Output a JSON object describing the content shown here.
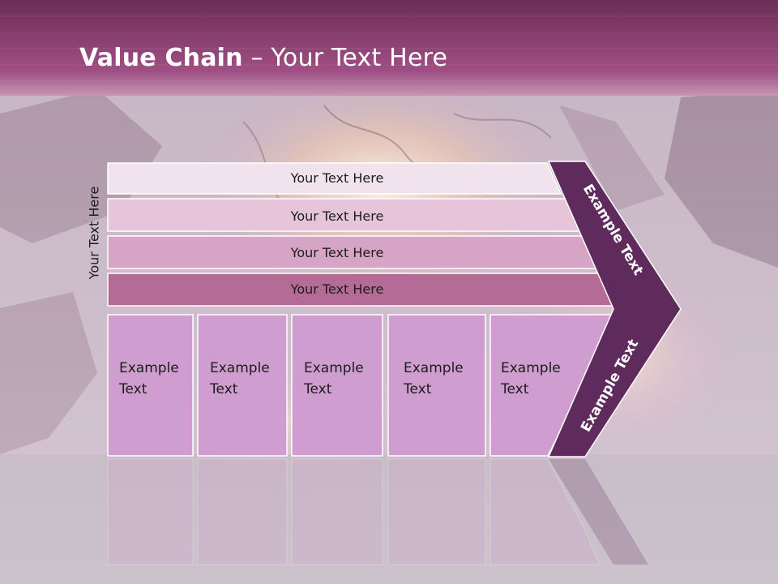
{
  "slide": {
    "title_bold": "Value Chain",
    "title_rest": " – Your Text Here",
    "side_label": "Your Text Here"
  },
  "diagram": {
    "rows": [
      {
        "label": "Your Text Here"
      },
      {
        "label": "Your Text Here"
      },
      {
        "label": "Your Text Here"
      },
      {
        "label": "Your Text Here"
      }
    ],
    "columns": [
      {
        "line1": "Example",
        "line2": "Text"
      },
      {
        "line1": "Example",
        "line2": "Text"
      },
      {
        "line1": "Example",
        "line2": "Text"
      },
      {
        "line1": "Example",
        "line2": "Text"
      },
      {
        "line1": "Example",
        "line2": "Text"
      }
    ],
    "chevron_top_label": "Example Text",
    "chevron_bottom_label": "Example Text"
  },
  "colors": {
    "header": "#9b4a7c",
    "chevron": "#5f2a5c",
    "row_fills": [
      "#f1e3ee",
      "#e6c5da",
      "#d6a4c4",
      "#b46b96"
    ],
    "column_fill": "#cf9dcf"
  }
}
